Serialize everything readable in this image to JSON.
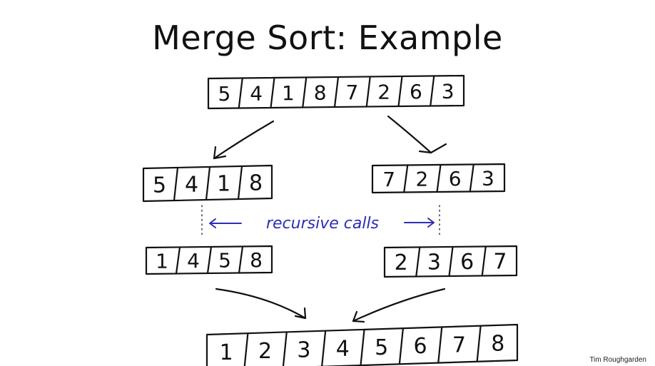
{
  "title": "Merge Sort: Example",
  "author": "Tim Roughgarden",
  "arrays": {
    "input": [
      "5",
      "4",
      "1",
      "8",
      "7",
      "2",
      "6",
      "3"
    ],
    "left_half": [
      "5",
      "4",
      "1",
      "8"
    ],
    "right_half": [
      "7",
      "2",
      "6",
      "3"
    ],
    "left_sorted": [
      "1",
      "4",
      "5",
      "8"
    ],
    "right_sorted": [
      "2",
      "3",
      "6",
      "7"
    ],
    "output": [
      "1",
      "2",
      "3",
      "4",
      "5",
      "6",
      "7",
      "8"
    ]
  },
  "annotation": "recursive calls",
  "colors": {
    "ink": "#111111",
    "annotation": "#2b2fb5"
  }
}
